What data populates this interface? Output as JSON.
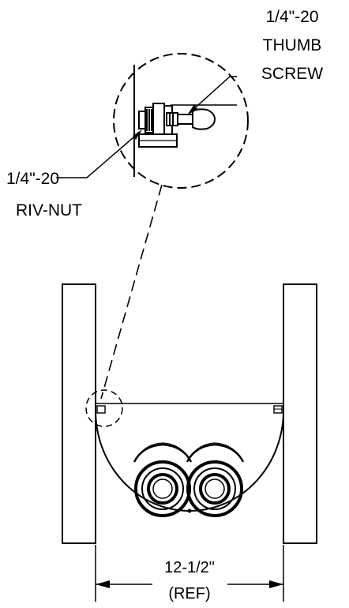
{
  "callouts": {
    "thumb_screw": {
      "line1": "1/4\"-20",
      "line2": "THUMB",
      "line3": "SCREW"
    },
    "riv_nut": {
      "line1": "1/4\"-20",
      "line2": "RIV-NUT"
    }
  },
  "dimension": {
    "value": "12-1/2\"",
    "note": "(REF)"
  },
  "colors": {
    "line": "#000000",
    "background": "#ffffff"
  }
}
